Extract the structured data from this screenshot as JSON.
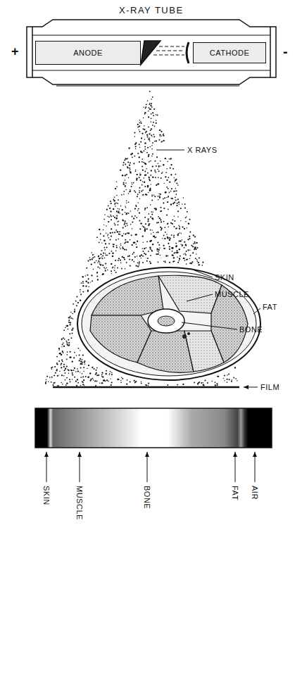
{
  "diagram": {
    "title": "X-RAY TUBE",
    "nodes": [
      {
        "text": [
          "ANODE"
        ]
      },
      {
        "text": [
          "CATHODE"
        ]
      }
    ],
    "labels": [
      "+",
      "-",
      "X RAYS",
      "SKIN",
      "MUSCLE",
      "FAT",
      "BONE",
      "FILM",
      "SKIN",
      "MUSCLE",
      "BONE",
      "FAT",
      "AIR"
    ]
  }
}
